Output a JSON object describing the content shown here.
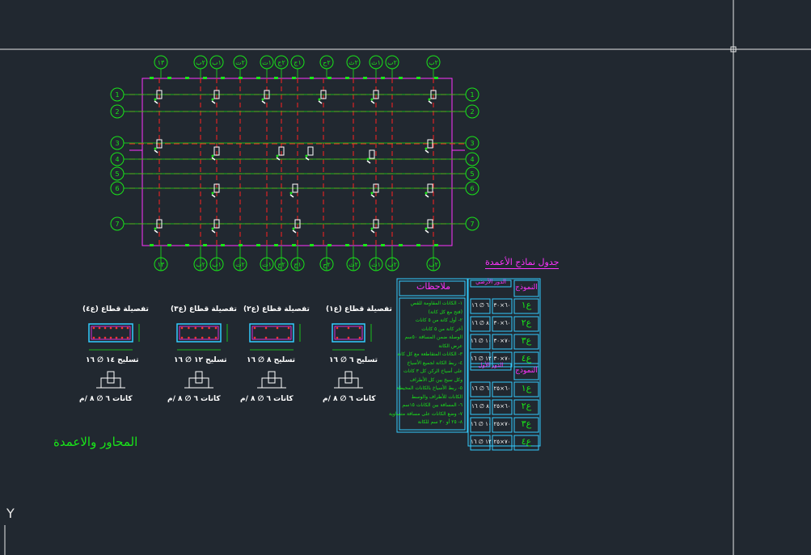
{
  "drawing": {
    "title": "المحاور والاعمدة",
    "table_title": "جدول نماذج الأعمدة",
    "notes_title": "ملاحظات",
    "ucs_axis_label": "Y",
    "axes_top": [
      "١٣",
      "٢ب",
      "١ب",
      "٢ت",
      "١ت",
      "٢ج",
      "١ج",
      "٢ح",
      "٢ث",
      "١ث",
      "٢ب",
      "٢ب",
      "١"
    ],
    "axes_side": [
      "1",
      "2",
      "3",
      "4",
      "5",
      "6",
      "7"
    ],
    "colors": {
      "background": "#212830",
      "grid": "#ff2020",
      "frame": "#ff33ff",
      "axis_bubble": "#19e619",
      "text": "#ffffff",
      "accent": "#33ccff"
    }
  },
  "sections": [
    {
      "title": "تفصيلة قطاع (ع٤)",
      "bars": "تسليح ١٤ ∅ ١٦",
      "stirrups": "كانات ٦ ∅ ٨ /م"
    },
    {
      "title": "تفصيلة قطاع (ع٣)",
      "bars": "تسليح ١٢ ∅ ١٦",
      "stirrups": "كانات ٦ ∅ ٨ /م"
    },
    {
      "title": "تفصيلة قطاع (ع٢)",
      "bars": "تسليح ٨ ∅ ١٦",
      "stirrups": "كانات ٦ ∅ ٨ /م"
    },
    {
      "title": "تفصيلة قطاع (ع١)",
      "bars": "تسليح ٦ ∅ ١٦",
      "stirrups": "كانات ٦ ∅ ٨ /م"
    }
  ],
  "notes": [
    "١- الكانات المقاومة للقص",
    "(فتح مع كل كانة)",
    "٢- أول كانة من ٥ كانات",
    "أخر كانة من ٥ كانات",
    "الوصلة ضمن المسافة ٥٠سم",
    "عرض الكانة",
    "٣- الكانات المتقاطعة مع كل كانة",
    "٤- ربط الكانة لجميع الأسياخ",
    "على أسياخ الركن كل ٣ كانات",
    "وكل سيخ بين كل الأطراف",
    "٥- ربط الأسياخ بالكانات المحيطة",
    "الكانات للأطراف والوسط",
    "٦- المسافة بين الكانات ١٥سم",
    "٧- وضع الكانات على مسافة متساوية",
    "٨- ٢٥ أو ٣٠ سم للكانة"
  ],
  "table": {
    "group_headers": [
      "الدور الأرضي",
      "الدور الأول"
    ],
    "col_header": "النموذج",
    "rows": [
      {
        "model": "ع١",
        "dims": "٦٠×٣٠",
        "steel": "٦ ∅ ١٦"
      },
      {
        "model": "ع٢",
        "dims": "٦٠×٣٠",
        "steel": "٨ ∅ ١٦"
      },
      {
        "model": "ع٣",
        "dims": "٧٠×٣٠",
        "steel": "١٠ ∅ ١٦"
      },
      {
        "model": "ع٤",
        "dims": "٧٠×٣٠",
        "steel": "١٢ ∅ ١٦"
      },
      {
        "model": "ع١",
        "dims": "٦٠×٢٥",
        "steel": "٦ ∅ ١٦"
      },
      {
        "model": "ع٢",
        "dims": "٦٠×٢٥",
        "steel": "٨ ∅ ١٦"
      },
      {
        "model": "ع٣",
        "dims": "٧٠×٢٥",
        "steel": "١٠ ∅ ١٦"
      },
      {
        "model": "ع٤",
        "dims": "٧٠×٢٥",
        "steel": "١٢ ∅ ١٦"
      }
    ]
  }
}
